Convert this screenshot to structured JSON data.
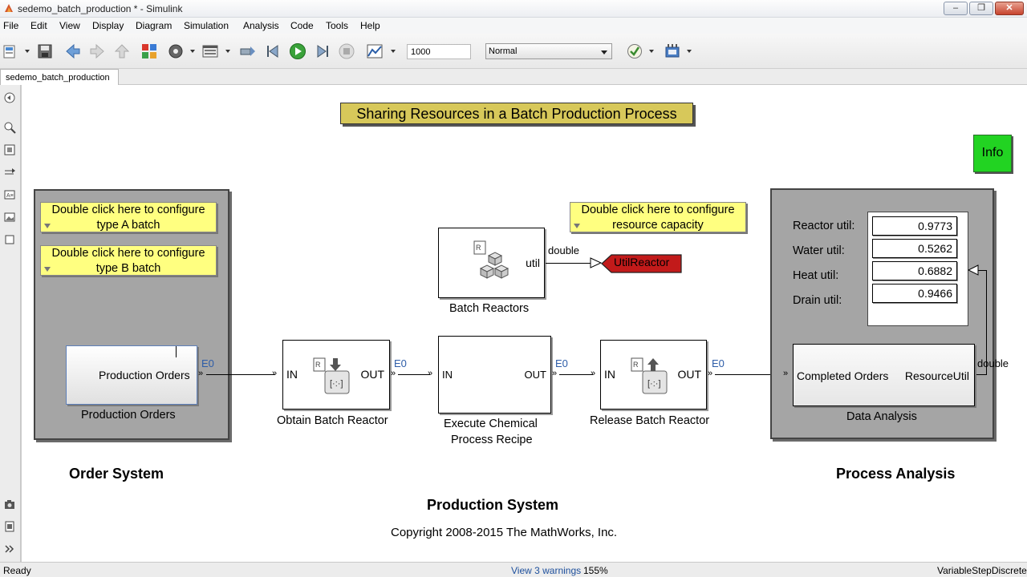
{
  "window": {
    "title": "sedemo_batch_production * - Simulink",
    "minimize": "‒",
    "maximize": "❐",
    "close": "✕"
  },
  "menu": [
    "File",
    "Edit",
    "View",
    "Display",
    "Diagram",
    "Simulation",
    "Analysis",
    "Code",
    "Tools",
    "Help"
  ],
  "toolbar": {
    "stop_time": "1000",
    "sim_mode": "Normal",
    "icons": [
      "new-model-icon",
      "save-icon",
      "back-icon",
      "forward-icon",
      "up-icon",
      "library-browser-icon",
      "model-settings-icon",
      "model-explorer-icon",
      "build-icon",
      "step-back-icon",
      "run-icon",
      "step-forward-icon",
      "stop-icon",
      "record-icon",
      "advisor-icon",
      "hdl-icon"
    ]
  },
  "tab": {
    "label": "sedemo_batch_production"
  },
  "diagram": {
    "title": "Sharing Resources in a Batch Production Process",
    "info_button": "Info",
    "notes": {
      "type_a": [
        "Double click here to configure",
        "type A batch"
      ],
      "type_b": [
        "Double click here to configure",
        "type B batch"
      ],
      "capacity": [
        "Double click here to configure",
        "resource capacity"
      ]
    },
    "blocks": {
      "batch_reactors": {
        "label": "Batch Reactors",
        "port": "util",
        "signal": "double"
      },
      "goto_tag": "UtilReactor",
      "production_orders": {
        "inner": "Production Orders",
        "label": "Production Orders",
        "port": "E0"
      },
      "obtain": {
        "label": "Obtain Batch Reactor",
        "in": "IN",
        "out": "OUT",
        "port": "E0"
      },
      "execute": {
        "label1": "Execute Chemical",
        "label2": "Process Recipe",
        "in": "IN",
        "out": "OUT",
        "port": "E0"
      },
      "release": {
        "label": "Release Batch Reactor",
        "in": "IN",
        "out": "OUT",
        "port": "E0"
      },
      "data_analysis": {
        "label": "Data Analysis",
        "in": "Completed Orders",
        "out": "ResourceUtil",
        "signal": "double"
      }
    },
    "displays": [
      {
        "label": "Reactor util:",
        "value": "0.9773"
      },
      {
        "label": "Water util:",
        "value": "0.5262"
      },
      {
        "label": "Heat util:",
        "value": "0.6882"
      },
      {
        "label": "Drain util:",
        "value": "0.9466"
      }
    ],
    "headings": {
      "order_system": "Order System",
      "production_system": "Production System",
      "process_analysis": "Process Analysis"
    },
    "copyright": "Copyright 2008-2015 The MathWorks, Inc."
  },
  "status": {
    "left": "Ready",
    "warnings": "View 3 warnings",
    "zoom": "155%",
    "solver": "VariableStepDiscrete"
  }
}
